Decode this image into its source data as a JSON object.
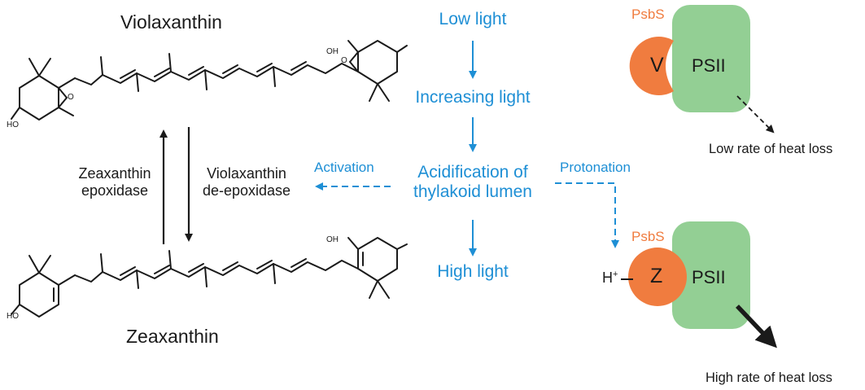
{
  "molecules": {
    "top_name": "Violaxanthin",
    "bottom_name": "Zeaxanthin",
    "oh_label": "OH",
    "ho_label": "HO",
    "epoxide_o": "O"
  },
  "enzymes": {
    "up": [
      "Zeaxanthin",
      "epoxidase"
    ],
    "down": [
      "Violaxanthin",
      "de-epoxidase"
    ]
  },
  "light_sequence": {
    "step1": "Low light",
    "step2": "Increasing light",
    "step3": [
      "Acidification of",
      "thylakoid lumen"
    ],
    "step4": "High light"
  },
  "arrows": {
    "activation": "Activation",
    "protonation": "Protonation"
  },
  "psii_low": {
    "psbs_label": "PsbS",
    "circle_label": "V",
    "box_label": "PSII",
    "heat_label": "Low rate of heat loss"
  },
  "psii_high": {
    "psbs_label": "PsbS",
    "circle_label": "Z",
    "box_label": "PSII",
    "proton_label": "H",
    "proton_sup": "+",
    "heat_label": "High rate of heat loss"
  },
  "colors": {
    "blue": "#1e8fd5",
    "orange": "#f07c3f",
    "green": "#93cf94",
    "black": "#1a1a1a"
  }
}
